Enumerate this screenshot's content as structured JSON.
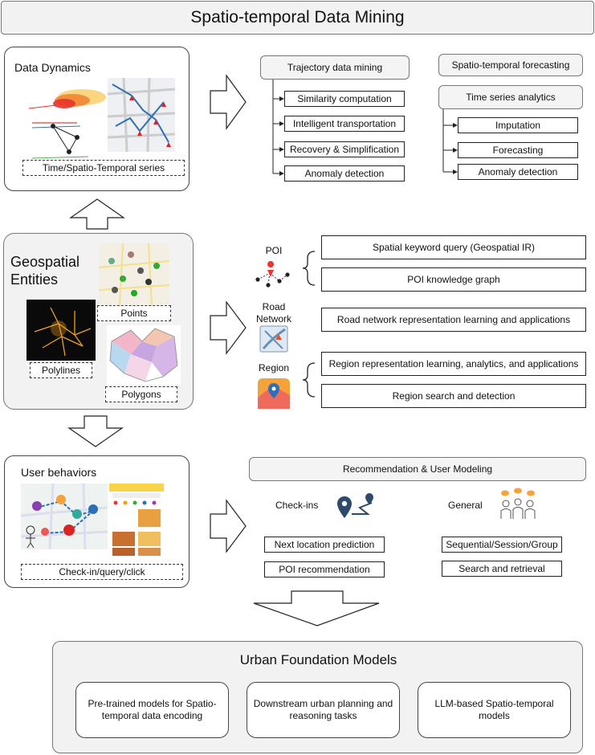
{
  "title": "Spatio-temporal Data Mining",
  "data_dynamics": {
    "heading": "Data Dynamics",
    "caption": "Time/Spatio-Temporal series"
  },
  "trajectory": {
    "header": "Trajectory data mining",
    "items": [
      "Similarity computation",
      "Intelligent transportation",
      "Recovery & Simplification",
      "Anomaly detection"
    ]
  },
  "forecasting": {
    "header": "Spatio-temporal forecasting",
    "sub_header": "Time series analytics",
    "items": [
      "Imputation",
      "Forecasting",
      "Anomaly detection"
    ]
  },
  "geospatial": {
    "heading_line1": "Geospatial",
    "heading_line2": "Entities",
    "points_label": "Points",
    "polylines_label": "Polylines",
    "polygons_label": "Polygons"
  },
  "entities": {
    "poi_label": "POI",
    "road_label_line1": "Road",
    "road_label_line2": "Network",
    "region_label": "Region",
    "poi_items": [
      "Spatial keyword query (Geospatial IR)",
      "POI knowledge graph"
    ],
    "road_items": [
      "Road network representation learning and applications"
    ],
    "region_items": [
      "Region representation learning, analytics, and applications",
      "Region search and detection"
    ]
  },
  "user_behaviors": {
    "heading": "User behaviors",
    "caption": "Check-in/query/click"
  },
  "recommendation": {
    "header": "Recommendation & User Modeling",
    "checkins_label": "Check-ins",
    "general_label": "General",
    "checkins_items": [
      "Next location prediction",
      "POI recommendation"
    ],
    "general_items": [
      "Sequential/Session/Group",
      "Search and retrieval"
    ]
  },
  "foundation": {
    "title": "Urban Foundation Models",
    "boxes": [
      [
        "Pre-trained models for Spatio-",
        "temporal data encoding"
      ],
      [
        "Downstream urban planning and",
        "reasoning tasks"
      ],
      [
        "LLM-based Spatio-temporal",
        "models"
      ]
    ]
  },
  "colors": {
    "panel_grey": "#f4f4f4",
    "border": "#444444",
    "heatmap_red": "#e8342a",
    "map_blue": "#2d6fb7"
  }
}
